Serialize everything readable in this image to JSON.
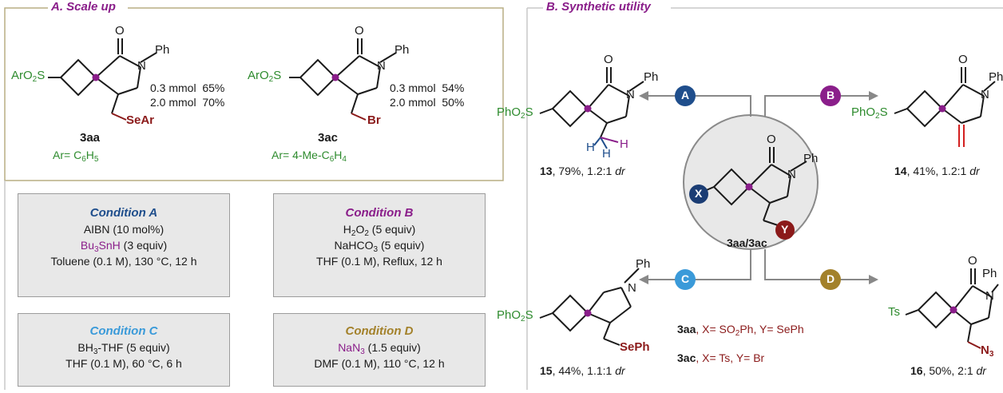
{
  "colors": {
    "blue": "#1f4e8c",
    "purple": "#8a1e8a",
    "cyan": "#3a9ad9",
    "olive": "#a3812a",
    "green": "#2e8b2e",
    "maroon": "#8b1a1a",
    "navy": "#1b3d74",
    "gray": "#888888",
    "panel": "#e8e8e8"
  },
  "sectionA": {
    "header": "A. Scale up",
    "cpd3aa": {
      "id": "3aa",
      "ar": "Ar= C",
      "ar_sub": "6",
      "ar_tail": "H",
      "ar_sub2": "5",
      "row1": "0.3 mmol  65%",
      "row2": "2.0 mmol  70%",
      "subst": "SeAr",
      "aro": "ArO",
      "aro_sub": "2",
      "aro_tail": "S"
    },
    "cpd3ac": {
      "id": "3ac",
      "ar": "Ar= 4-Me-C",
      "ar_sub": "6",
      "ar_tail": "H",
      "ar_sub2": "4",
      "row1": "0.3 mmol  54%",
      "row2": "2.0 mmol  50%",
      "subst": "Br",
      "aro": "ArO",
      "aro_sub": "2",
      "aro_tail": "S"
    },
    "ph": "Ph",
    "n": "N",
    "o": "O"
  },
  "conditions": {
    "A": {
      "title": "Condition A",
      "l1": "AIBN (10 mol%)",
      "l2a": "Bu",
      "l2s": "3",
      "l2b": "SnH",
      "l2c": " (3 equiv)",
      "l3": "Toluene (0.1 M), 130 °C, 12 h"
    },
    "B": {
      "title": "Condition B",
      "l1a": "H",
      "l1s": "2",
      "l1b": "O",
      "l1s2": "2",
      "l1c": " (5 equiv)",
      "l2a": "NaHCO",
      "l2s": "3",
      "l2c": " (5 equiv)",
      "l3": "THF (0.1 M), Reflux, 12 h"
    },
    "C": {
      "title": "Condition C",
      "l1a": "BH",
      "l1s": "3",
      "l1c": "-THF (5 equiv)",
      "l2": "THF (0.1 M), 60 °C, 6 h"
    },
    "D": {
      "title": "Condition D",
      "l1a": "NaN",
      "l1s": "3",
      "l1c": " (1.5 equiv)",
      "l2": "DMF (0.1 M), 110 °C, 12 h"
    }
  },
  "sectionB": {
    "header": "B. Synthetic utility",
    "badges": [
      "A",
      "B",
      "C",
      "D"
    ],
    "center": {
      "label": "3aa/3ac",
      "x": "X",
      "y": "Y",
      "note1_id": "3aa",
      "note1": ", X= SO",
      "note1_sub": "2",
      "note1_tail": "Ph, Y= SePh",
      "note2_id": "3ac",
      "note2": ", X= Ts, Y= Br"
    },
    "p13": {
      "id": "13",
      "rest": ", 79%, 1.2:1 ",
      "dr": "dr",
      "left": "PhO",
      "left_sub": "2",
      "left_tail": "S",
      "h": "H"
    },
    "p14": {
      "id": "14",
      "rest": ", 41%, 1.2:1 ",
      "dr": "dr",
      "left": "PhO",
      "left_sub": "2",
      "left_tail": "S"
    },
    "p15": {
      "id": "15",
      "rest": ", 44%, 1.1:1 ",
      "dr": "dr",
      "left": "PhO",
      "left_sub": "2",
      "left_tail": "S",
      "subst": "SePh"
    },
    "p16": {
      "id": "16",
      "rest": ", 50%, 2:1 ",
      "dr": "dr",
      "left": "Ts",
      "subst": "N",
      "subst_sub": "3"
    }
  }
}
